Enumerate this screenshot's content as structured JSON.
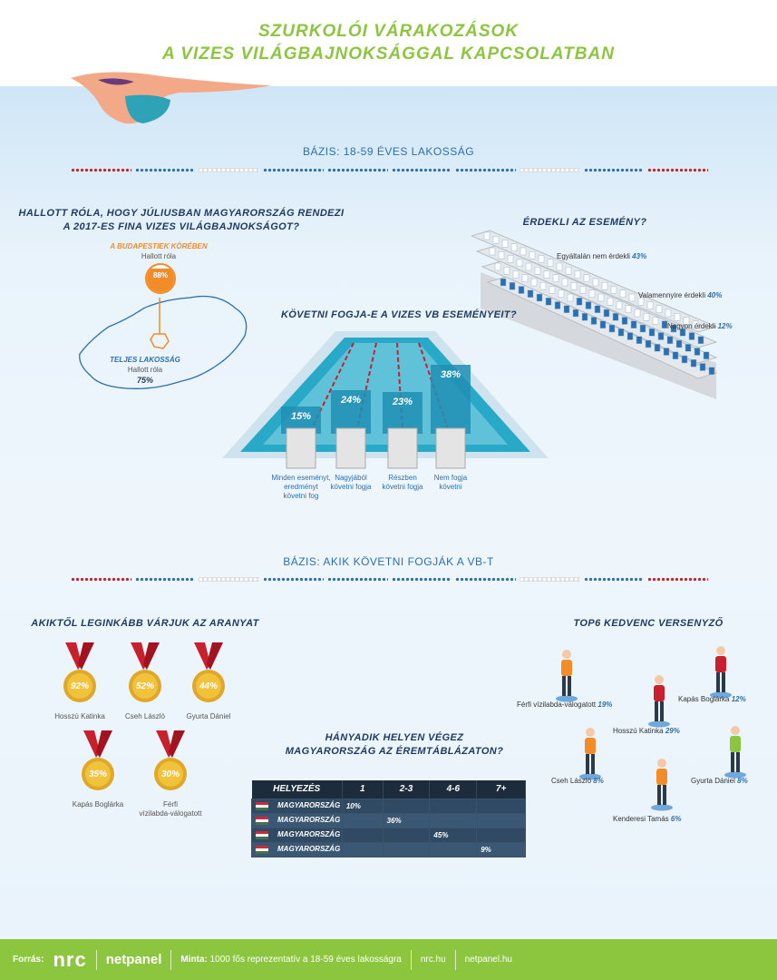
{
  "title": {
    "line1": "SZURKOLÓI VÁRAKOZÁSOK",
    "line2": "A VIZES VILÁGBAJNOKSÁGGAL KAPCSOLATBAN"
  },
  "basis1": "BÁZIS: 18-59 ÉVES LAKOSSÁG",
  "basis2": "BÁZIS: AKIK KÖVETNI FOGJÁK A VB-T",
  "heard": {
    "question1": "HALLOTT RÓLA, HOGY JÚLIUSBAN MAGYARORSZÁG RENDEZI",
    "question2": "A 2017-ES FINA VIZES VILÁGBAJNOKSÁGOT?",
    "budapest_label": "A BUDAPESTIEK KÖRÉBEN",
    "budapest_sub": "Hallott róla",
    "budapest_value": "88%",
    "budapest_fill": 0.88,
    "total_label": "TELJES LAKOSSÁG",
    "total_sub": "Hallott róla",
    "total_value": "75%"
  },
  "interest": {
    "question": "ÉRDEKLI AZ ESEMÉNY?",
    "rows": [
      {
        "label": "Egyáltalán nem érdekli",
        "value": "43%"
      },
      {
        "label": "Valamennyire érdekli",
        "value": "40%"
      },
      {
        "label": "Nagyon érdekli",
        "value": "12%"
      }
    ]
  },
  "follow": {
    "question": "KÖVETNI FOGJA-E A VIZES VB ESEMÉNYEIT?",
    "items": [
      {
        "value": "15%",
        "label1": "Minden eseményt,",
        "label2": "eredményt",
        "label3": "követni fog",
        "num": 15
      },
      {
        "value": "24%",
        "label1": "Nagyjából",
        "label2": "követni fogja",
        "label3": "",
        "num": 24
      },
      {
        "value": "23%",
        "label1": "Részben",
        "label2": "követni fogja",
        "label3": "",
        "num": 23
      },
      {
        "value": "38%",
        "label1": "Nem fogja",
        "label2": "követni",
        "label3": "",
        "num": 38
      }
    ]
  },
  "gold": {
    "question": "AKIKTŐL LEGINKÁBB VÁRJUK AZ ARANYAT",
    "medals": [
      {
        "value": "92%",
        "name1": "Hosszú Katinka",
        "name2": ""
      },
      {
        "value": "52%",
        "name1": "Cseh László",
        "name2": ""
      },
      {
        "value": "44%",
        "name1": "Gyurta Dániel",
        "name2": ""
      },
      {
        "value": "35%",
        "name1": "Kapás Boglárka",
        "name2": ""
      },
      {
        "value": "30%",
        "name1": "Férfi",
        "name2": "vízilabda-válogatott"
      }
    ]
  },
  "top6": {
    "question": "TOP6 KEDVENC VERSENYZŐ",
    "items": [
      {
        "name": "Férfi vízilabda-válogatott",
        "value": "19%"
      },
      {
        "name": "Kapás Boglárka",
        "value": "12%"
      },
      {
        "name": "Hosszú Katinka",
        "value": "29%"
      },
      {
        "name": "Cseh László",
        "value": "8%"
      },
      {
        "name": "Gyurta Dániel",
        "value": "8%"
      },
      {
        "name": "Kenderesi Tamás",
        "value": "6%"
      }
    ]
  },
  "medal_table": {
    "question1": "HÁNYADIK HELYEN VÉGEZ",
    "question2": "MAGYARORSZÁG AZ ÉREMTÁBLÁZATON?",
    "headers": [
      "HELYEZÉS",
      "1",
      "2-3",
      "4-6",
      "7+"
    ],
    "rows": [
      {
        "country": "MAGYARORSZÁG",
        "col": 1,
        "value": "10%"
      },
      {
        "country": "MAGYARORSZÁG",
        "col": 2,
        "value": "36%"
      },
      {
        "country": "MAGYARORSZÁG",
        "col": 3,
        "value": "45%"
      },
      {
        "country": "MAGYARORSZÁG",
        "col": 4,
        "value": "9%"
      }
    ]
  },
  "footer": {
    "source_label": "Forrás:",
    "logo1": "nrc",
    "logo2": "netpanel",
    "sample_label": "Minta:",
    "sample_text": "1000 fős reprezentatív a 18-59 éves lakosságra",
    "link1": "nrc.hu",
    "link2": "netpanel.hu"
  },
  "colors": {
    "accent": "#8cc63f",
    "navy": "#1e3a5f",
    "blue": "#2a6fb0",
    "pool": "#29a9c8",
    "orange": "#f28c28",
    "gold": "#f2c23a",
    "ribbon": "#c8202d"
  }
}
